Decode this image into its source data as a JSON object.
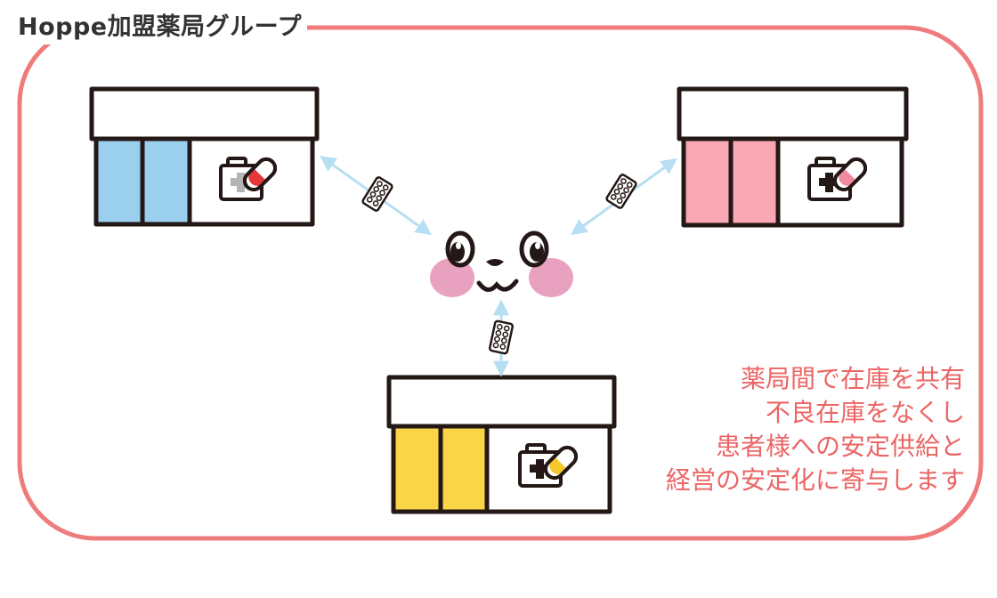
{
  "title": "Hoppe加盟薬局グループ",
  "caption_lines": [
    "薬局間で在庫を共有",
    "不良在庫をなくし",
    "患者様への安定供給と",
    "経営の安定化に寄与します"
  ],
  "colors": {
    "frame": "#ef7c7c",
    "caption": "#ec6565",
    "store_blue": "#9ad0ed",
    "store_pink": "#f9a8b4",
    "store_yellow": "#fad647",
    "arrow": "#b7def3",
    "cheek": "#e8a2c0",
    "outline": "#231815"
  },
  "stores": [
    {
      "name": "pharmacy-blue",
      "color_key": "store_blue",
      "cross": "gray",
      "capsule_tip": "#e63838"
    },
    {
      "name": "pharmacy-pink",
      "color_key": "store_pink",
      "cross": "dark",
      "capsule_tip": "#f08aa0"
    },
    {
      "name": "pharmacy-yellow",
      "color_key": "store_yellow",
      "cross": "dark",
      "capsule_tip": "#f3c92b"
    }
  ],
  "icons": [
    "medical-kit-icon",
    "capsule-icon",
    "pill-pack-icon",
    "mascot-face",
    "double-arrow"
  ]
}
